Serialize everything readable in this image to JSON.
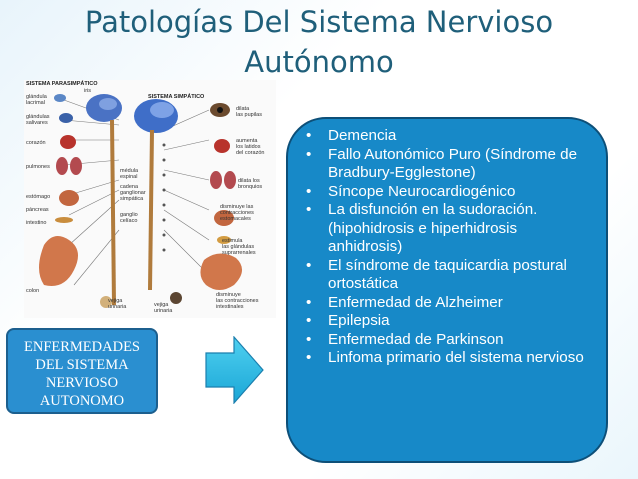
{
  "title": {
    "line1": "Patologías Del Sistema Nervioso",
    "line2": "Autónomo"
  },
  "diagram": {
    "left_heading": "SISTEMA PARASIMPÁTICO",
    "right_heading": "SISTEMA SIMPÁTICO",
    "left_labels": [
      "glándula\nlacrimal",
      "glándulas\nsalivares",
      "corazón",
      "pulmones",
      "estómago",
      "páncreas",
      "intestino",
      "colon"
    ],
    "middle_labels": [
      "médula\nespinal",
      "cadena\nganglionar\nsimpática",
      "ganglio\ncelíaco",
      "vejiga\nurinaria",
      "vejiga\nurinaria"
    ],
    "right_labels": [
      "dilata\nlas pupilas",
      "aumenta\nlos latidos\ndel corazón",
      "dilata los\nbronquios",
      "disminuye las\ncontracciones\nestomacales",
      "estimula\nlas glándulas\nsuprarrenales",
      "disminuye\nlas contracciones\nintestinales"
    ],
    "misc_labels": [
      "iris"
    ]
  },
  "disease_box": {
    "lines": [
      "ENFERMEDADES",
      "DEL SISTEMA",
      "NERVIOSO",
      "AUTONOMO"
    ]
  },
  "list": [
    "Demencia",
    "Fallo Autonómico Puro (Síndrome de Bradbury-Egglestone)",
    "Síncope Neurocardiogénico",
    "La disfunción en la sudoración. (hipohidrosis e hiperhidrosis anhidrosis)",
    "El síndrome de taquicardia postural ortostática",
    "Enfermedad de Alzheimer",
    "Epilepsia",
    "Enfermedad de Parkinson",
    "Linfoma primario del sistema nervioso"
  ],
  "colors": {
    "title": "#1f5f7a",
    "box_fill": "#1789c8",
    "box_border": "#0d4f78",
    "arrow": "#2bb8e0"
  }
}
